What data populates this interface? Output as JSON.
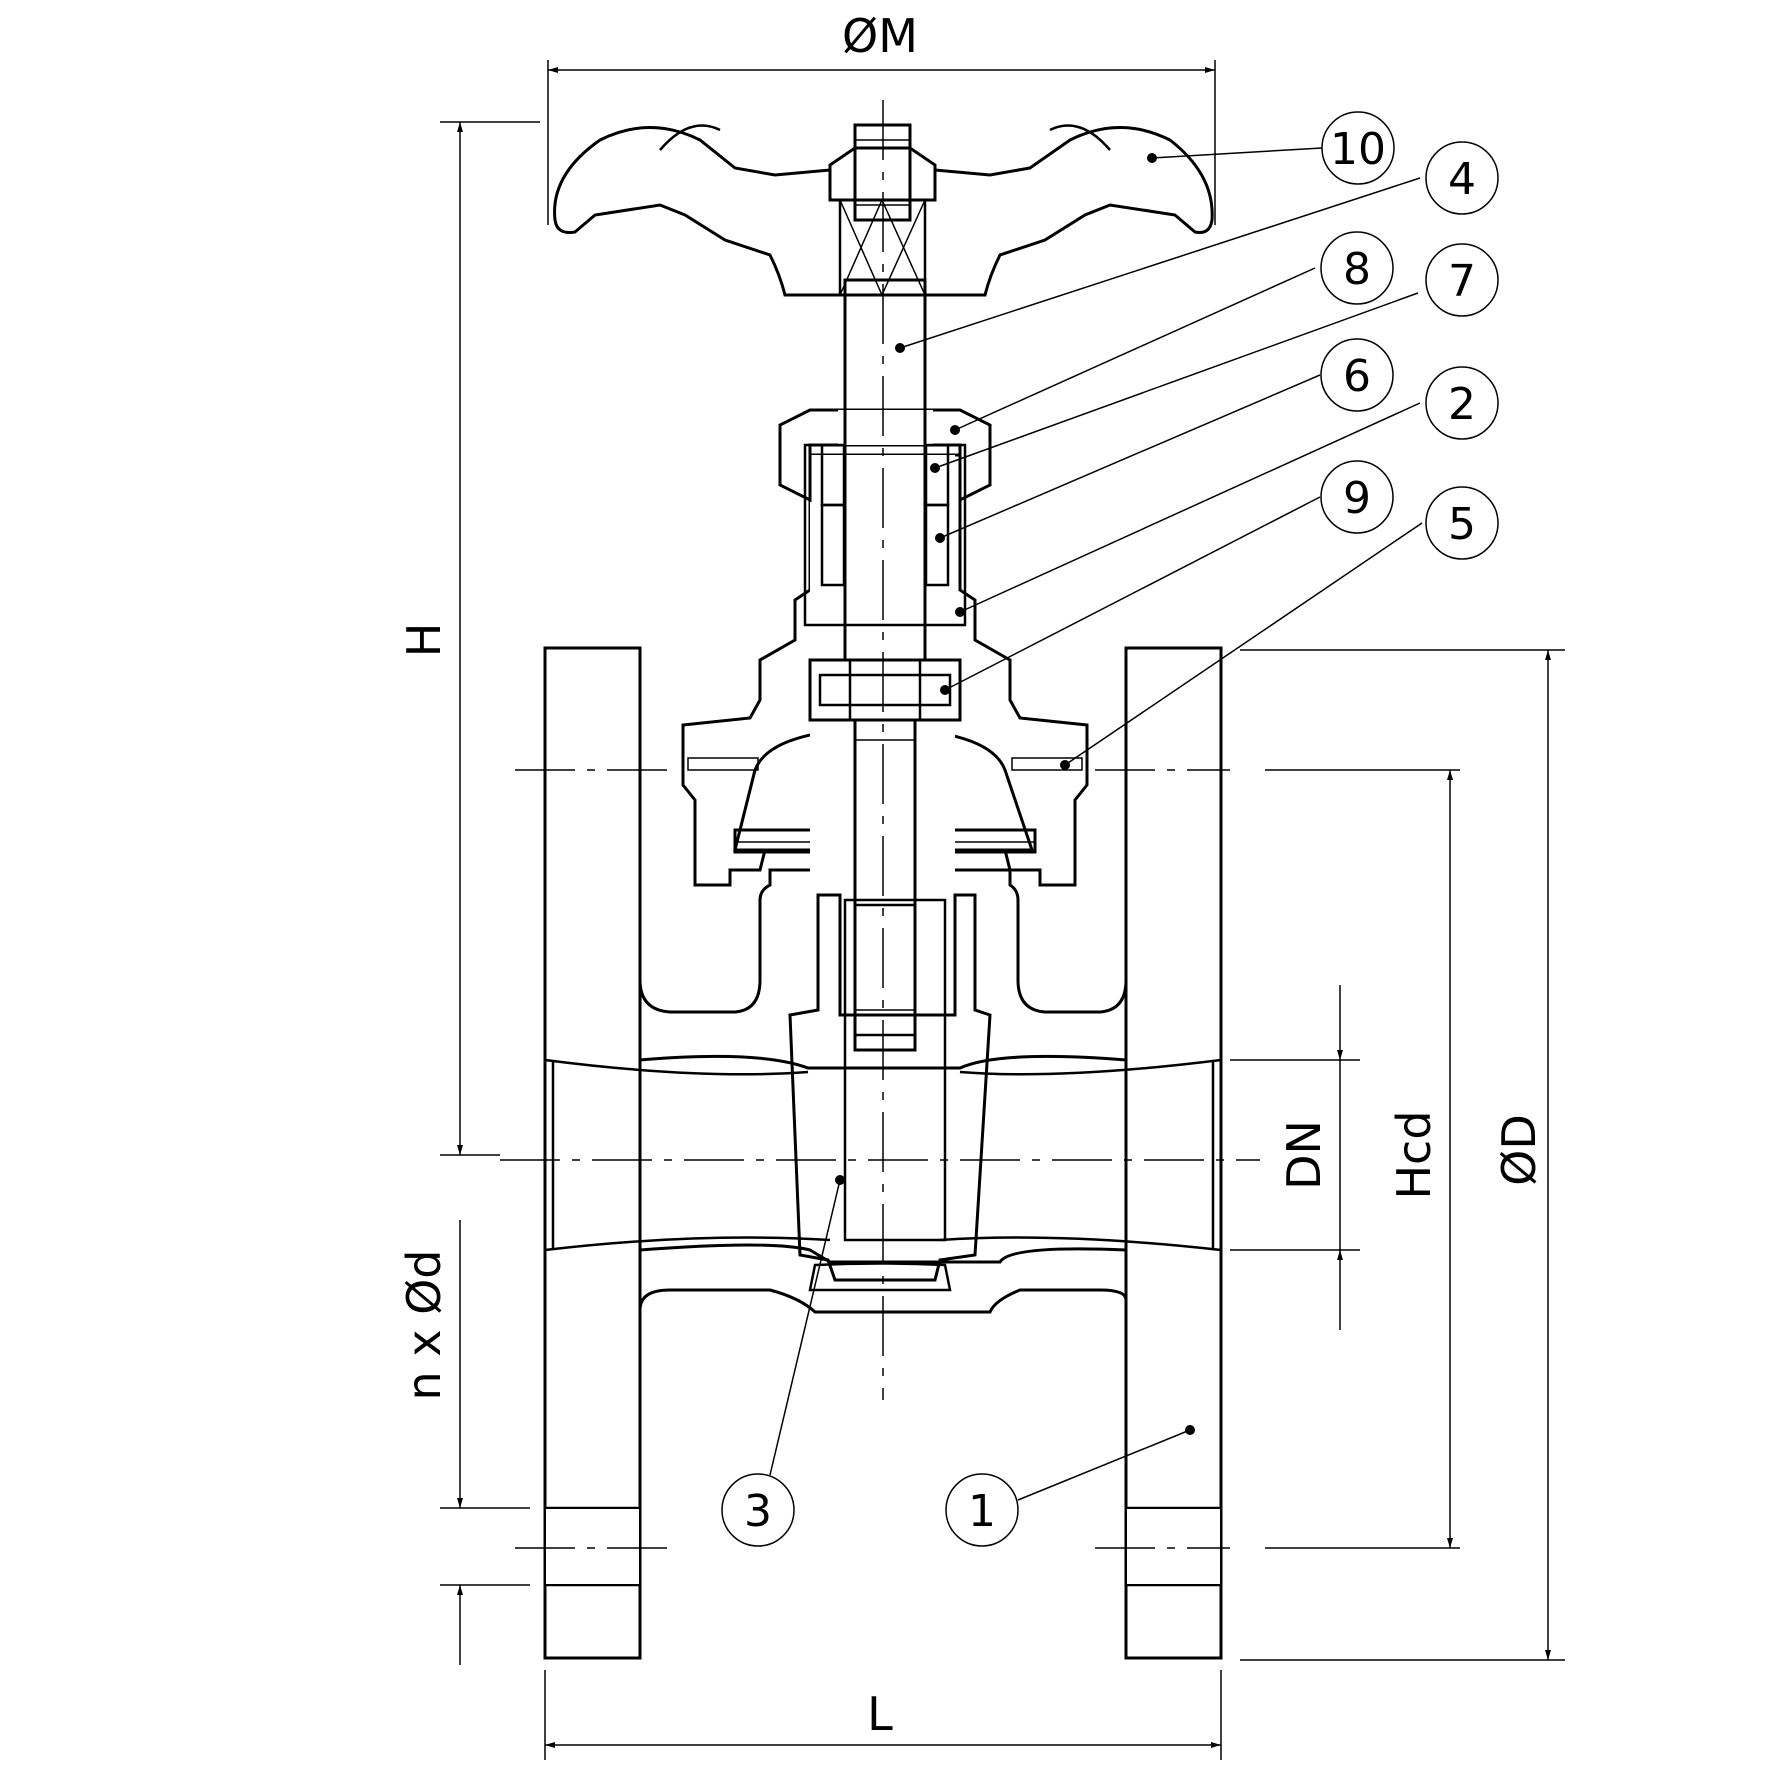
{
  "dimensions": {
    "handwheel_diameter": "ØM",
    "height": "H",
    "face_to_face": "L",
    "flange_diameter": "ØD",
    "bolt_circle": "Hcd",
    "nominal_diameter": "DN",
    "bolt_holes": "n x Ød"
  },
  "callouts": [
    "10",
    "4",
    "8",
    "7",
    "6",
    "2",
    "9",
    "5",
    "3",
    "1"
  ]
}
